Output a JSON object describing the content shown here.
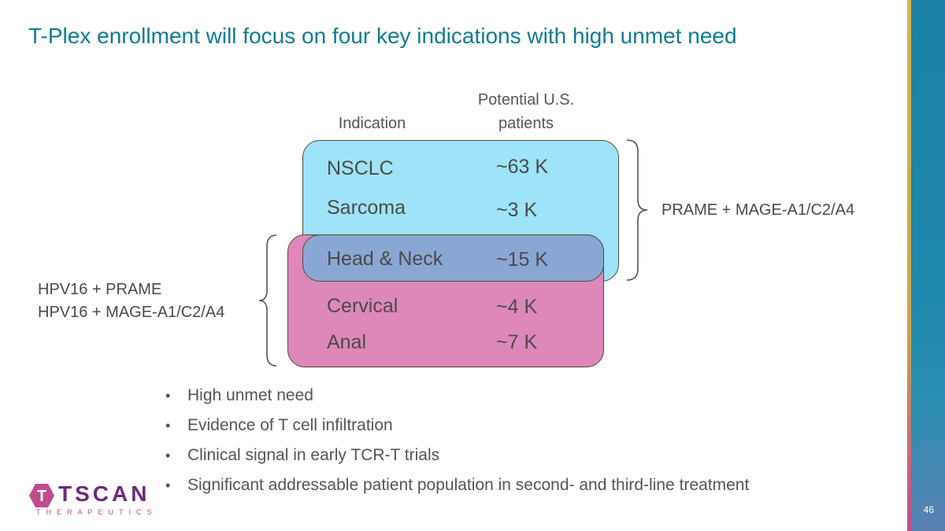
{
  "title": "T-Plex enrollment will focus on four key indications with high unmet need",
  "headers": {
    "indication": "Indication",
    "patients": "Potential U.S. patients"
  },
  "rows": [
    {
      "indication": "NSCLC",
      "patients": "~63 K"
    },
    {
      "indication": "Sarcoma",
      "patients": "~3 K"
    },
    {
      "indication": "Head & Neck",
      "patients": "~15 K"
    },
    {
      "indication": "Cervical",
      "patients": "~4 K"
    },
    {
      "indication": "Anal",
      "patients": "~7 K"
    }
  ],
  "groups": {
    "top": {
      "label": "PRAME + MAGE-A1/C2/A4",
      "color": "#9ee3f7"
    },
    "bottom": {
      "label_line1": "HPV16 + PRAME",
      "label_line2": "HPV16 + MAGE-A1/C2/A4",
      "color": "#dd88b8"
    },
    "overlap_color": "#8aa7d4"
  },
  "bullets": [
    "High unmet need",
    "Evidence of T cell infiltration",
    "Clinical signal in early TCR-T trials",
    "Significant addressable patient population in second- and third-line treatment"
  ],
  "logo": {
    "name": "TSCAN",
    "subtitle": "THERAPEUTICS",
    "icon_letter": "T"
  },
  "page_number": "46",
  "colors": {
    "title": "#0e7c93",
    "brand": "#6a2a7a",
    "accent": "#c24a8f"
  }
}
